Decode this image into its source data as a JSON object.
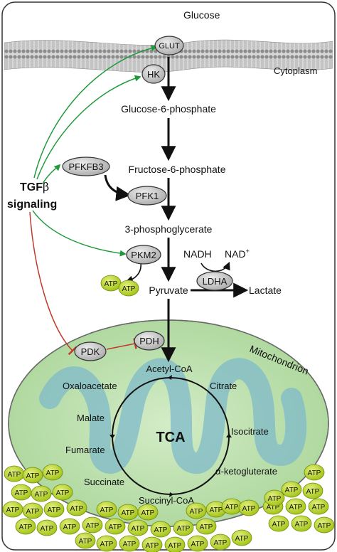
{
  "labels": {
    "glucose": "Glucose",
    "cytoplasm": "Cytoplasm",
    "g6p": "Glucose-6-phosphate",
    "f6p": "Fructose-6-phosphate",
    "pg3": "3-phosphoglycerate",
    "pyruvate": "Pyruvate",
    "lactate": "Lactate",
    "nadh": "NADH",
    "nad": "NAD",
    "nad_sup": "+",
    "tgf": "TGF",
    "tgf_beta": "β",
    "signaling": "signaling",
    "mito": "Mitochondrion",
    "tca": "TCA",
    "acetyl": "Acetyl-CoA",
    "citrate": "Citrate",
    "isocitrate": "Isocitrate",
    "akg": "α-ketogluterate",
    "succinyl": "Succinyl-CoA",
    "succinate": "Succinate",
    "fumarate": "Fumarate",
    "malate": "Malate",
    "oxaloacetate": "Oxaloacetate"
  },
  "enzymes": {
    "glut": "GLUT",
    "hk": "HK",
    "pfkfb3": "PFKFB3",
    "pfk1": "PFK1",
    "pkm2": "PKM2",
    "ldha": "LDHA",
    "pdh": "PDH",
    "pdk": "PDK"
  },
  "atp_label": "ATP",
  "colors": {
    "activation": "#1e9a3a",
    "inhibition": "#c0392b",
    "atp": "#b6d61c",
    "enzyme": "#c8c8c8",
    "mito_outer": "#bfe0b4",
    "mito_inner": "#7fb9c9",
    "membrane": "#9a9a9a"
  }
}
